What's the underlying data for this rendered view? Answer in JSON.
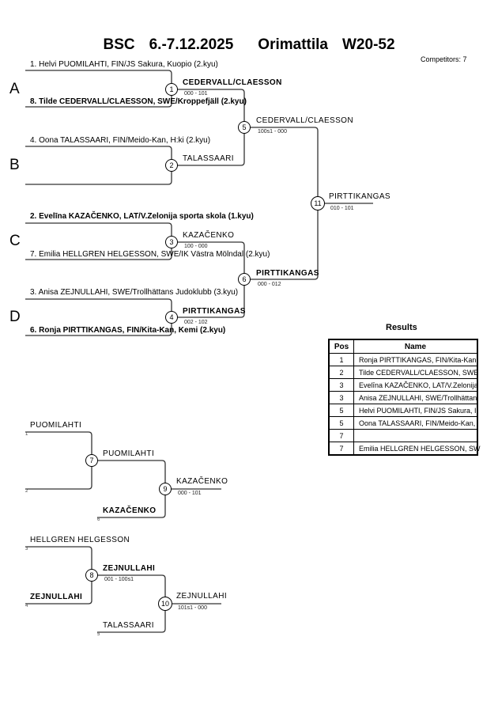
{
  "header": {
    "event": "BSC",
    "dates": "6.-7.12.2025",
    "location": "Orimattila",
    "category": "W20-52",
    "competitors": "Competitors: 7"
  },
  "pools": [
    "A",
    "B",
    "C",
    "D"
  ],
  "entries": [
    {
      "seed_text": "1. Helvi PUOMILAHTI, FIN/JS Sakura, Kuopio (2.kyu)",
      "bold": false
    },
    {
      "seed_text": "8. Tilde CEDERVALL/CLAESSON, SWE/Kroppefjäll (2.kyu)",
      "bold": true
    },
    {
      "seed_text": "4. Oona TALASSAARI, FIN/Meido-Kan, H:ki (2.kyu)",
      "bold": false
    },
    {
      "seed_text": "",
      "bold": false
    },
    {
      "seed_text": "2. Evelīna KAZAČENKO, LAT/V.Zelonija sporta skola (1.kyu)",
      "bold": true
    },
    {
      "seed_text": "7. Emilia HELLGREN HELGESSON, SWE/IK Västra Mölndal (2.kyu)",
      "bold": false
    },
    {
      "seed_text": "3. Anisa ZEJNULLAHI, SWE/Trollhättans Judoklubb (3.kyu)",
      "bold": false
    },
    {
      "seed_text": "6. Ronja PIRTTIKANGAS, FIN/Kita-Kan, Kemi (2.kyu)",
      "bold": true
    }
  ],
  "matches": {
    "m1": {
      "num": "1",
      "winner": "CEDERVALL/CLAESSON",
      "score": "000 - 101"
    },
    "m2": {
      "num": "2",
      "winner": "TALASSAARI",
      "score": ""
    },
    "m3": {
      "num": "3",
      "winner": "KAZAČENKO",
      "score": "100 - 000"
    },
    "m4": {
      "num": "4",
      "winner": "PIRTTIKANGAS",
      "score": "002 - 102"
    },
    "m5": {
      "num": "5",
      "winner": "CEDERVALL/CLAESSON",
      "score": "100s1 - 000"
    },
    "m6": {
      "num": "6",
      "winner": "PIRTTIKANGAS",
      "score": "000 - 012"
    },
    "m11": {
      "num": "11",
      "winner": "PIRTTIKANGAS",
      "score": "010 - 101"
    },
    "m7": {
      "num": "7",
      "winner": "PUOMILAHTI",
      "score": ""
    },
    "m9": {
      "num": "9",
      "winner": "KAZAČENKO",
      "score": "000 - 101"
    },
    "m8": {
      "num": "8",
      "winner": "ZEJNULLAHI",
      "score": "001 - 100s1"
    },
    "m10": {
      "num": "10",
      "winner": "ZEJNULLAHI",
      "score": "101s1 - 000"
    }
  },
  "repechage": {
    "r1": {
      "name": "PUOMILAHTI",
      "tag": "1"
    },
    "r2": {
      "name": "",
      "tag": "2"
    },
    "r6": {
      "name": "KAZAČENKO",
      "tag": "6"
    },
    "r3": {
      "name": "HELLGREN HELGESSON",
      "tag": "3"
    },
    "r4": {
      "name": "ZEJNULLAHI",
      "tag": "4"
    },
    "r5": {
      "name": "TALASSAARI",
      "tag": "5"
    }
  },
  "results": {
    "title": "Results",
    "headers": [
      "Pos",
      "Name"
    ],
    "rows": [
      {
        "pos": "1",
        "name": "Ronja PIRTTIKANGAS, FIN/Kita-Kan"
      },
      {
        "pos": "2",
        "name": "Tilde CEDERVALL/CLAESSON, SWE"
      },
      {
        "pos": "3",
        "name": "Evelīna KAZAČENKO, LAT/V.Zelonija"
      },
      {
        "pos": "3",
        "name": "Anisa ZEJNULLAHI, SWE/Trollhättan"
      },
      {
        "pos": "5",
        "name": "Helvi PUOMILAHTI, FIN/JS Sakura, I"
      },
      {
        "pos": "5",
        "name": "Oona TALASSAARI, FIN/Meido-Kan,"
      },
      {
        "pos": "7",
        "name": ""
      },
      {
        "pos": "7",
        "name": "Emilia HELLGREN HELGESSON, SW"
      }
    ]
  }
}
